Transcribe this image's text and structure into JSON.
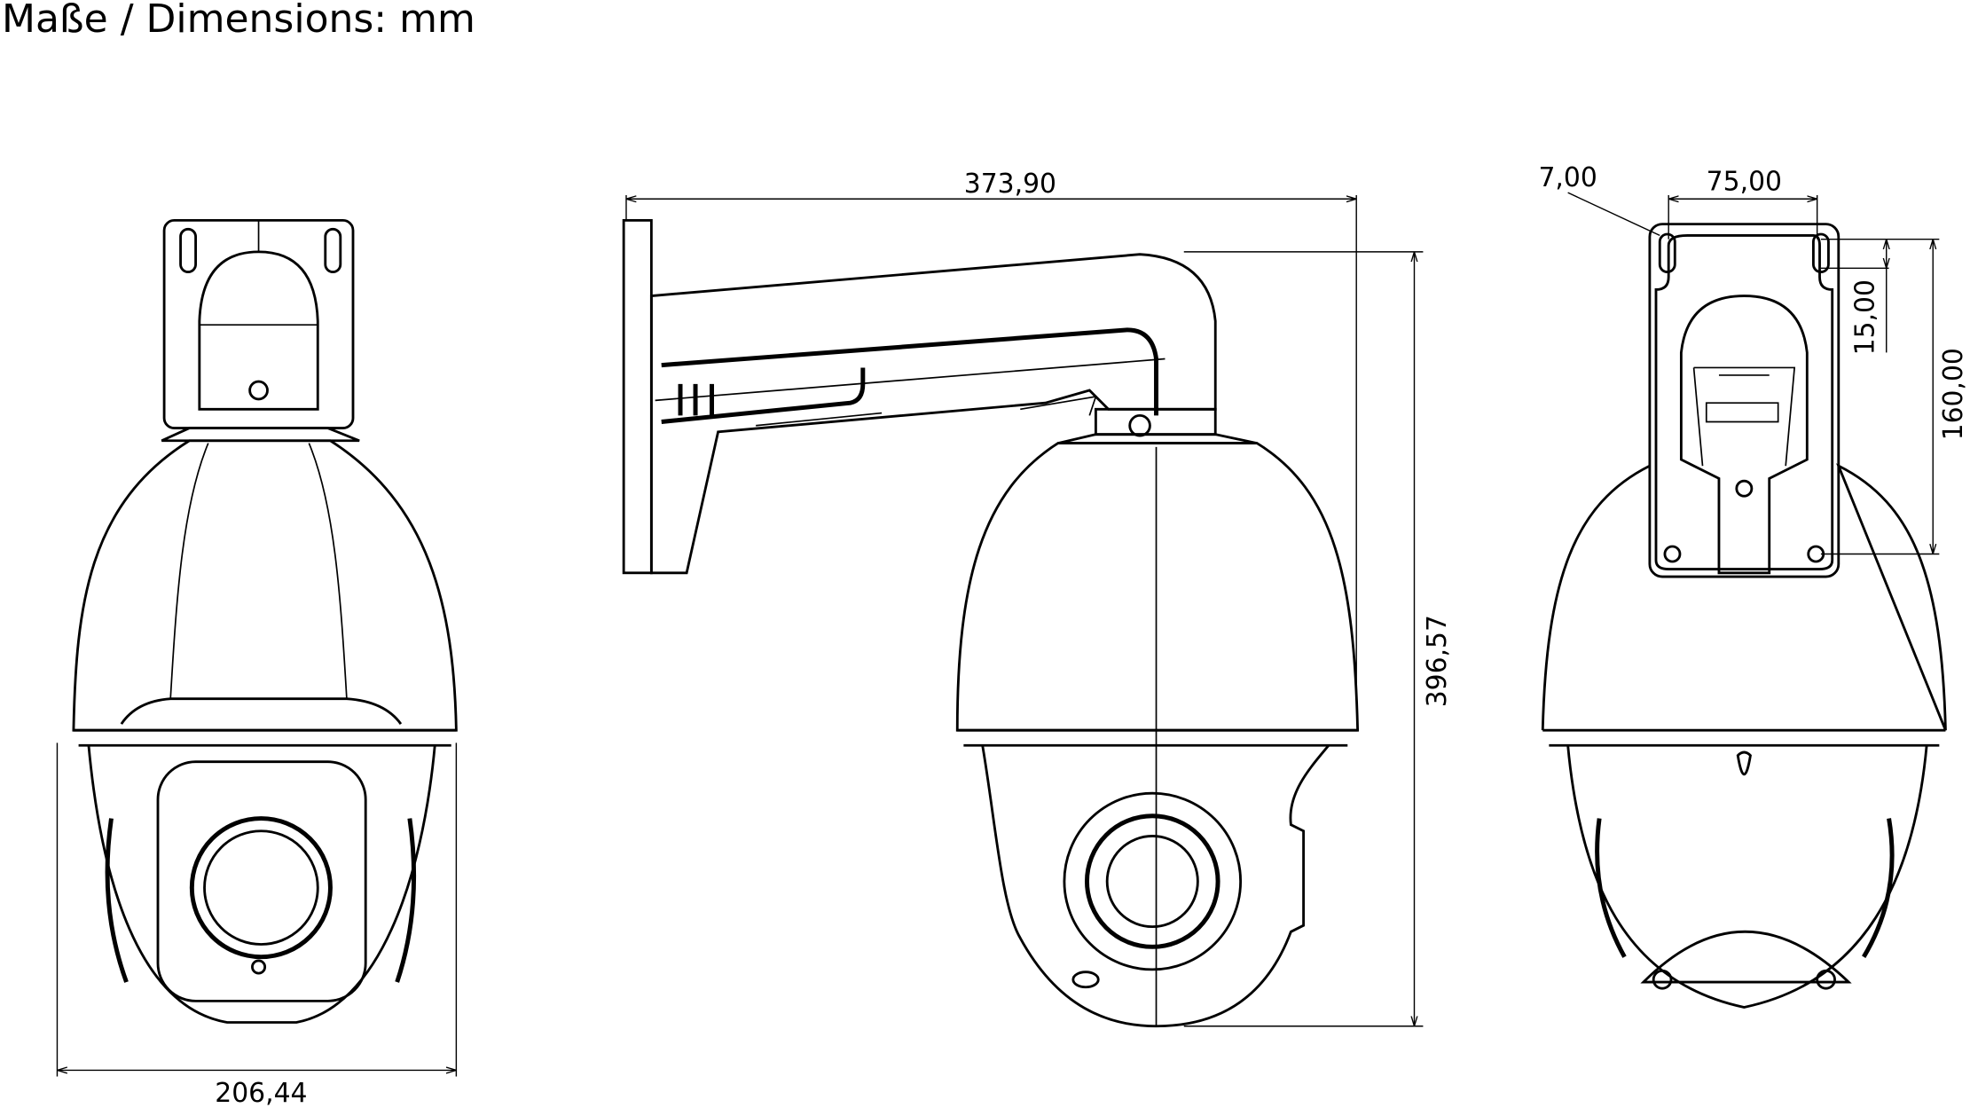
{
  "title": "Maße / Dimensions: mm",
  "front_view": {
    "width_label": "206,44"
  },
  "side_view": {
    "depth_label": "373,90",
    "height_label": "396,57"
  },
  "rear_view": {
    "hole_label": "7,00",
    "hole_spacing_label": "75,00",
    "slot_label": "15,00",
    "plate_height_label": "160,00"
  }
}
